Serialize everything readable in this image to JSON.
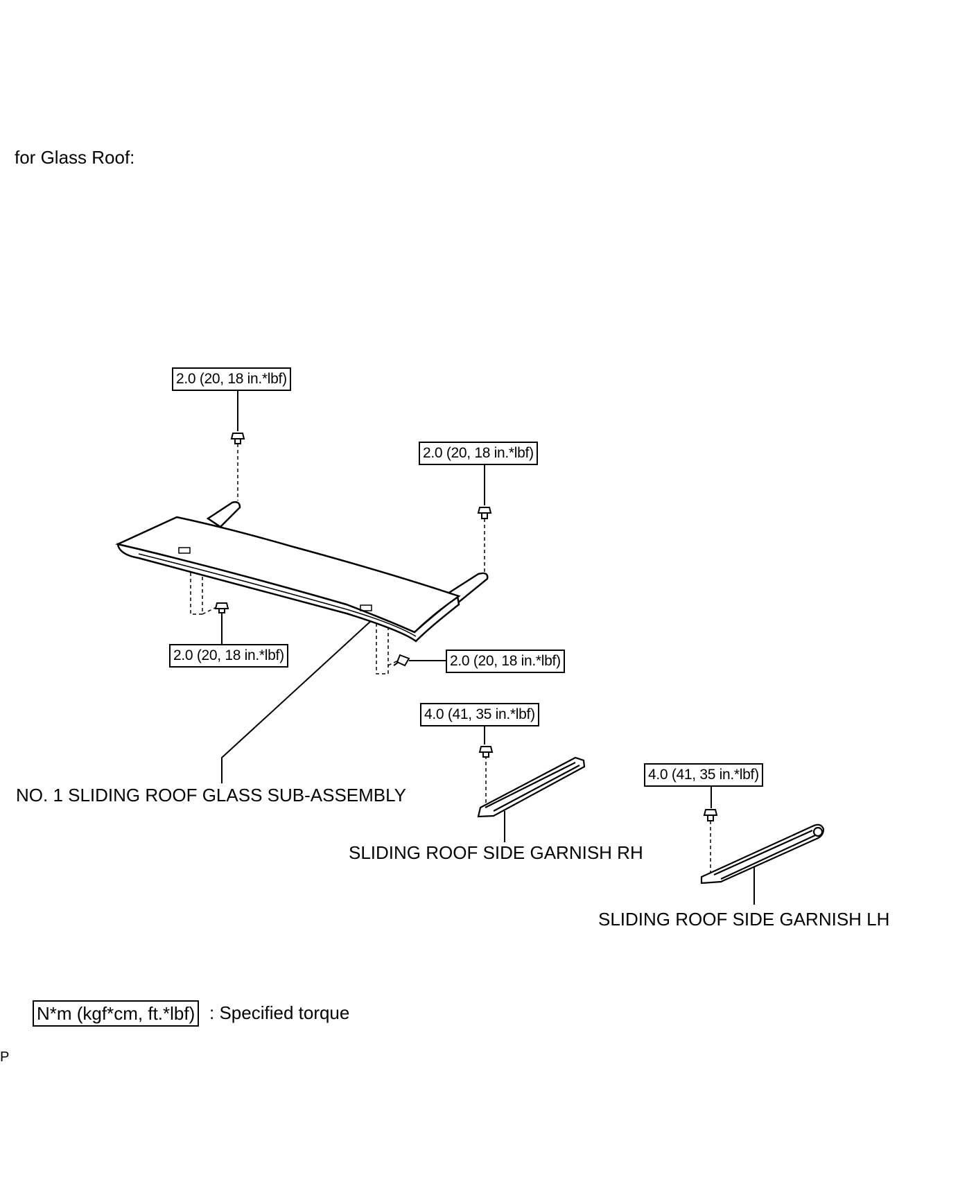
{
  "header": {
    "title": "for Glass Roof:"
  },
  "torques": {
    "t1": "2.0 (20, 18 in.*lbf)",
    "t2": "2.0 (20, 18 in.*lbf)",
    "t3": "2.0 (20, 18 in.*lbf)",
    "t4": "2.0 (20, 18 in.*lbf)",
    "t5": "4.0 (41, 35 in.*lbf)",
    "t6": "4.0 (41, 35 in.*lbf)"
  },
  "parts": {
    "glass": "NO. 1 SLIDING ROOF GLASS SUB-ASSEMBLY",
    "garnish_rh": "SLIDING ROOF SIDE GARNISH RH",
    "garnish_lh": "SLIDING ROOF SIDE GARNISH LH"
  },
  "legend": {
    "unit": "N*m (kgf*cm, ft.*lbf)",
    "description": ": Specified torque"
  },
  "footer": {
    "code": "P"
  }
}
